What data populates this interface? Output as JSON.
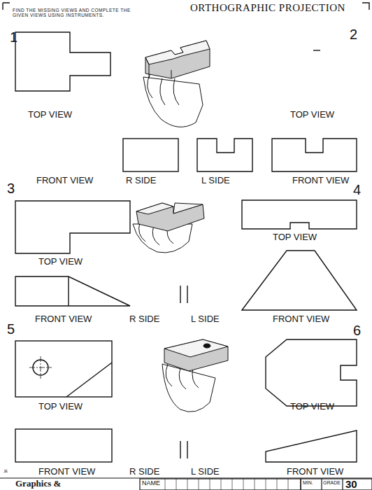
{
  "diagram": {
    "title": "ORTHOGRAPHIC PROJECTION",
    "labels": [
      "FIND THE MISSING VIEWS AND COMPLETE THE GIVEN VIEWS USING INSTRUMENTS.",
      "1",
      "2",
      "TOP VIEW",
      "TOP VIEW",
      "FRONT VIEW",
      "R SIDE",
      "L SIDE",
      "FRONT VIEW",
      "3",
      "4",
      "TOP VIEW",
      "TOP VIEW",
      "FRONT VIEW",
      "R SIDE",
      "L SIDE",
      "FRONT VIEW",
      "5",
      "6",
      "TOP VIEW",
      "TOP VIEW",
      "FRONT VIEW",
      "R SIDE",
      "L SIDE",
      "FRONT VIEW",
      "JE",
      "Graphics &",
      "NAME",
      "MIN.",
      "GRADE",
      "30"
    ]
  }
}
